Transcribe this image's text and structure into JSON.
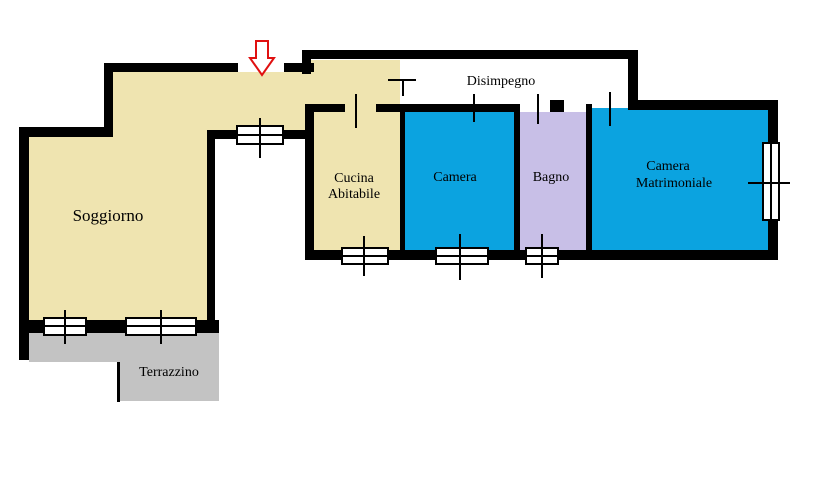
{
  "rooms": {
    "soggiorno": {
      "label": "Soggiorno",
      "color": "#efe4b0"
    },
    "cucina": {
      "label_line1": "Cucina",
      "label_line2": "Abitabile",
      "color": "#efe4b0"
    },
    "disimpegno": {
      "label": "Disimpegno",
      "color": "#ffffff"
    },
    "camera": {
      "label": "Camera",
      "color": "#0ba3e0"
    },
    "bagno": {
      "label": "Bagno",
      "color": "#c8bfe7"
    },
    "camera_matrimoniale": {
      "label_line1": "Camera",
      "label_line2": "Matrimoniale",
      "color": "#0ba3e0"
    },
    "terrazzino": {
      "label": "Terrazzino",
      "color": "#c3c3c3"
    }
  },
  "colors": {
    "wall": "#000000",
    "entrance_arrow": "#e01010",
    "hall": "#efe4b0"
  },
  "icons": {
    "entrance": "down-arrow-icon",
    "window": "window-icon",
    "door": "door-tick-icon"
  }
}
